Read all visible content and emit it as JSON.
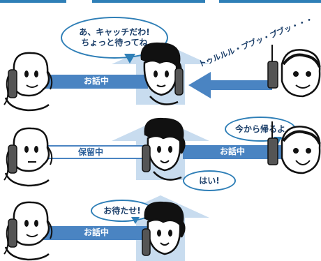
{
  "colors": {
    "accent": "#2f7fb7",
    "band": "#4a84c2",
    "arrow_light": "#c8dcef",
    "text_dark": "#1c3f6a"
  },
  "panels": [
    {
      "bubble_text": "あ、キャッチだわ!\nちょっと待ってね",
      "sound_effect": "トゥルルル・プブッ・プブッ・・・",
      "band_label": "お話中"
    },
    {
      "band_label_left": "保留中",
      "band_label_right": "お話中",
      "bubble_right": "今から帰るよ",
      "bubble_reply": "はい!"
    },
    {
      "bubble_text": "お待たせ!",
      "band_label": "お話中"
    }
  ]
}
